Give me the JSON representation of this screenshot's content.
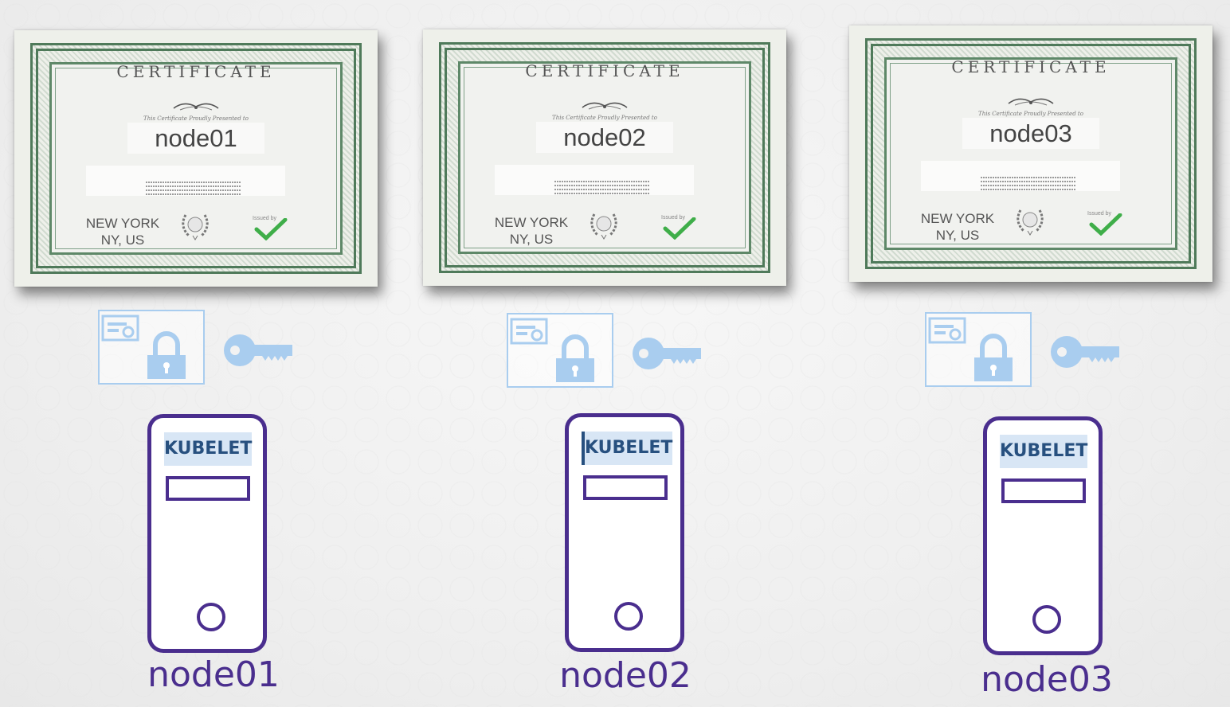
{
  "nodes": [
    {
      "cert_title": "CERTIFICATE",
      "cert_subtitle": "This Certificate Proudly Presented to",
      "cert_name": "node01",
      "city": "NEW YORK",
      "region": "NY, US",
      "issued_label": "Issued by",
      "kubelet_label": "KUBELET",
      "node_label": "node01"
    },
    {
      "cert_title": "CERTIFICATE",
      "cert_subtitle": "This Certificate Proudly Presented to",
      "cert_name": "node02",
      "city": "NEW YORK",
      "region": "NY, US",
      "issued_label": "Issued by",
      "kubelet_label": "KUBELET",
      "node_label": "node02"
    },
    {
      "cert_title": "CERTIFICATE",
      "cert_subtitle": "This Certificate Proudly Presented to",
      "cert_name": "node03",
      "city": "NEW YORK",
      "region": "NY, US",
      "issued_label": "Issued by",
      "kubelet_label": "KUBELET",
      "node_label": "node03"
    }
  ],
  "colors": {
    "server_outline": "#4a2e8e",
    "kubelet_text": "#27507f",
    "kubelet_bg": "#d8e6f5",
    "icon_blue": "#a9cdef",
    "check_green": "#3fae49",
    "cert_border": "#4f7a5a"
  },
  "icons": [
    "certificate-lock-icon",
    "key-icon",
    "server-icon",
    "checkmark-icon",
    "seal-icon"
  ]
}
